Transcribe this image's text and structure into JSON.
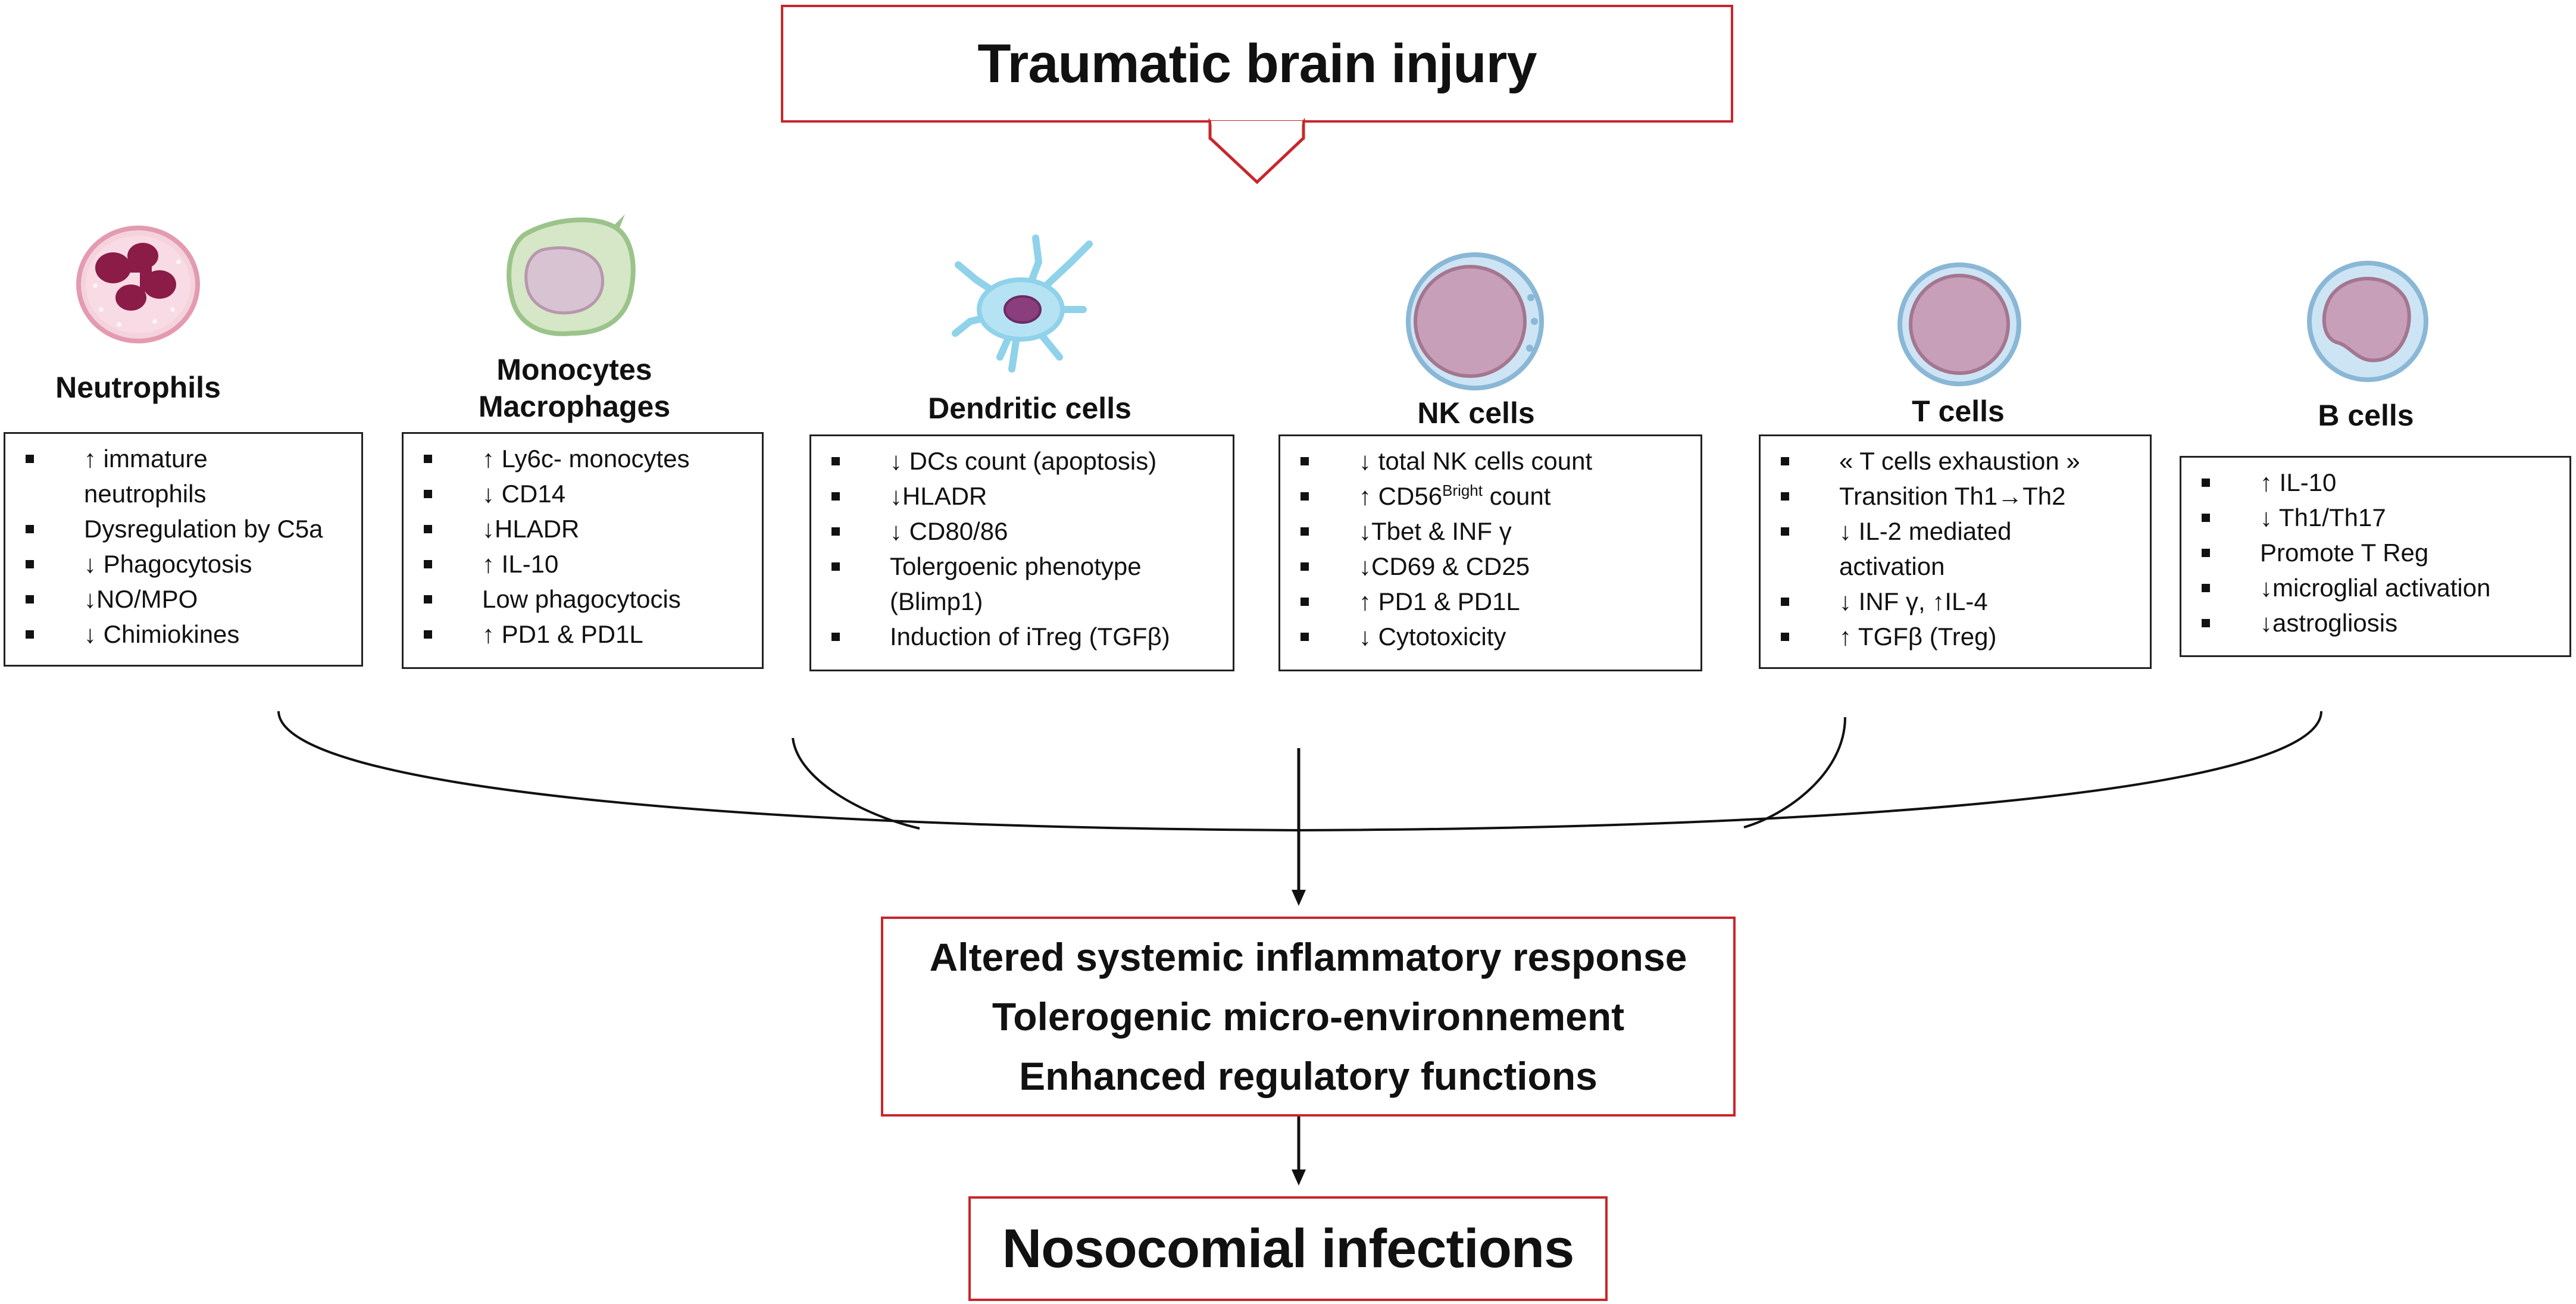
{
  "title": "Traumatic brain injury",
  "cells": [
    {
      "name": "Neutrophils",
      "icon": "neutrophil-icon",
      "items": [
        "↑ immature neutrophils",
        "Dysregulation by C5a",
        "↓ Phagocytosis",
        "↓NO/MPO",
        "↓ Chimiokines"
      ]
    },
    {
      "name": "Monocytes\nMacrophages",
      "icon": "macrophage-icon",
      "items": [
        "↑ Ly6c- monocytes",
        "↓ CD14",
        "↓HLADR",
        "↑ IL-10",
        "Low phagocytocis",
        "↑ PD1 & PD1L"
      ]
    },
    {
      "name": "Dendritic cells",
      "icon": "dendritic-cell-icon",
      "items": [
        "↓ DCs count (apoptosis)",
        "↓HLADR",
        "↓ CD80/86",
        "Tolergoenic phenotype (Blimp1)",
        "Induction of iTreg (TGFβ)"
      ]
    },
    {
      "name": "NK cells",
      "icon": "nk-cell-icon",
      "items": [
        "↓ total NK cells count",
        "↑ CD56",
        "↓Tbet & INF γ",
        "↓CD69 & CD25",
        "↑ PD1 & PD1L",
        "↓ Cytotoxicity"
      ],
      "sup_text": "Bright",
      "sup_suffix": " count"
    },
    {
      "name": "T cells",
      "icon": "t-cell-icon",
      "items": [
        "« T cells exhaustion »",
        "Transition Th1→Th2",
        "↓ IL-2 mediated activation",
        "↓ INF γ, ↑IL-4",
        "↑ TGFβ (Treg)"
      ]
    },
    {
      "name": "B cells",
      "icon": "b-cell-icon",
      "items": [
        "↑ IL-10",
        "↓ Th1/Th17",
        "Promote T Reg",
        "↓microglial activation",
        "↓astrogliosis"
      ]
    }
  ],
  "outcome": [
    "Altered systemic inflammatory response",
    "Tolerogenic micro-environnement",
    "Enhanced regulatory functions"
  ],
  "final": "Nosocomial infections",
  "colors": {
    "red_border": "#c8262b",
    "line": "#111111"
  }
}
